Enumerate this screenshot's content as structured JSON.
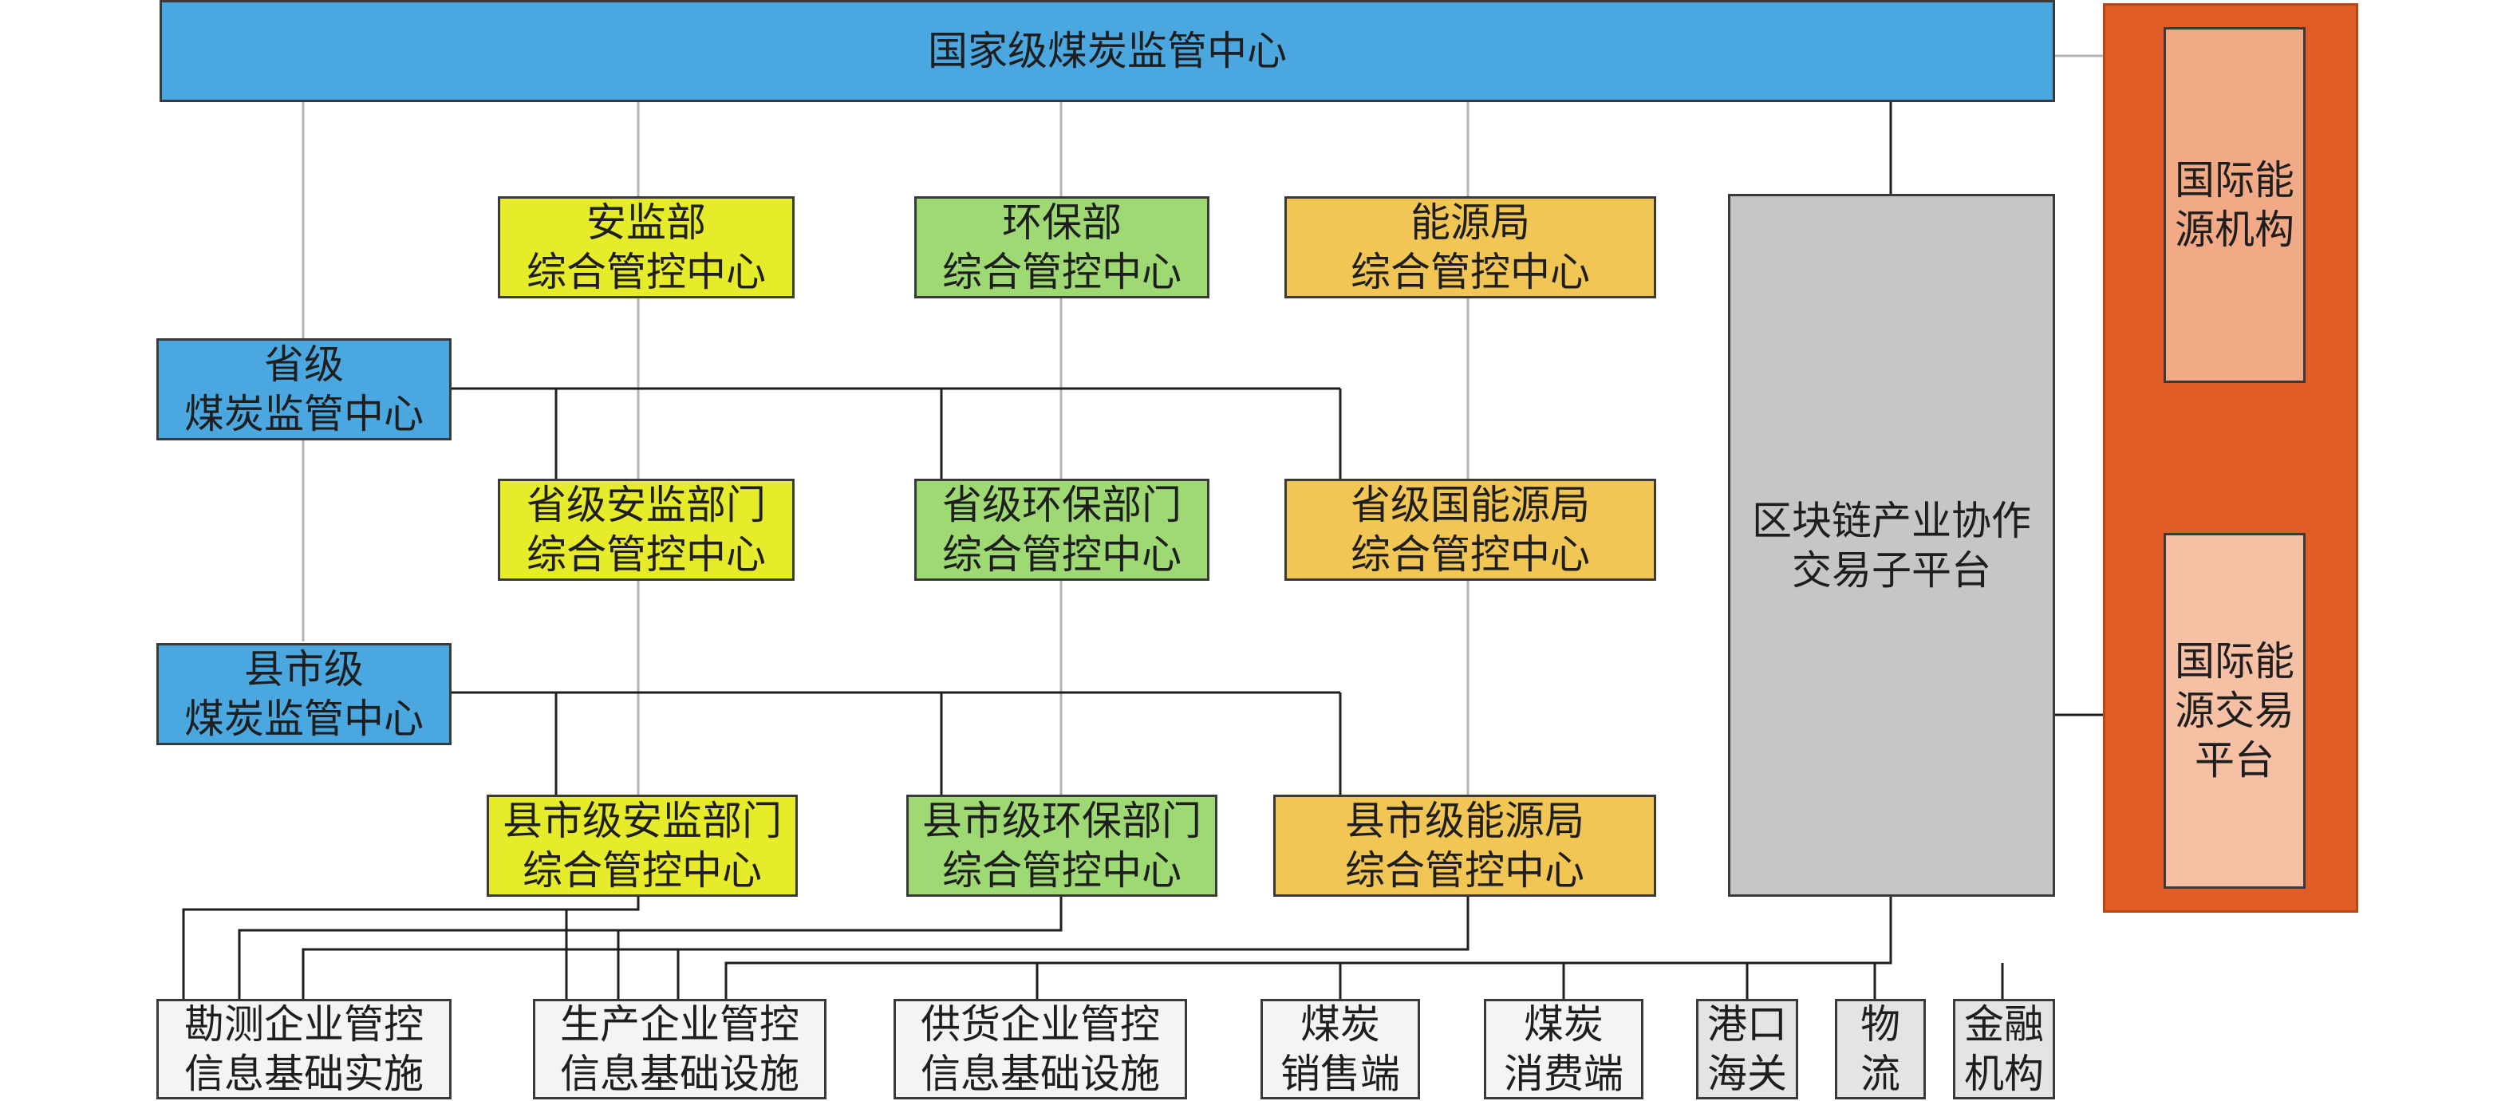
{
  "colors": {
    "national": "#4aa7e0",
    "safety": "#e6ec2a",
    "environment": "#9ed974",
    "energy": "#f2c654",
    "blockchain": "#c6c6c6",
    "international_panel": "#e05d27",
    "international_org": "#f2a986",
    "international_platform": "#f5c0a4"
  },
  "nodes": {
    "national_center": "国家级煤炭监管中心",
    "safety_dept": "安监部\n综合管控中心",
    "env_dept": "环保部\n综合管控中心",
    "energy_bureau": "能源局\n综合管控中心",
    "provincial_center": "省级\n煤炭监管中心",
    "prov_safety": "省级安监部门\n综合管控中心",
    "prov_env": "省级环保部门\n综合管控中心",
    "prov_energy": "省级国能源局\n综合管控中心",
    "county_center": "县市级\n煤炭监管中心",
    "county_safety": "县市级安监部门\n综合管控中心",
    "county_env": "县市级环保部门\n综合管控中心",
    "county_energy": "县市级能源局\n综合管控中心",
    "blockchain_platform": "区块链产业协作\n交易子平台",
    "intl_org": "国际能\n源机构",
    "intl_platform": "国际能\n源交易\n平台",
    "exploration": "勘测企业管控\n信息基础实施",
    "production": "生产企业管控\n信息基础设施",
    "supply": "供货企业管控\n信息基础设施",
    "coal_sales": "煤炭\n销售端",
    "coal_consumer": "煤炭\n消费端",
    "port_customs": "港口\n海关",
    "logistics": "物\n流",
    "finance": "金融\n机构"
  }
}
